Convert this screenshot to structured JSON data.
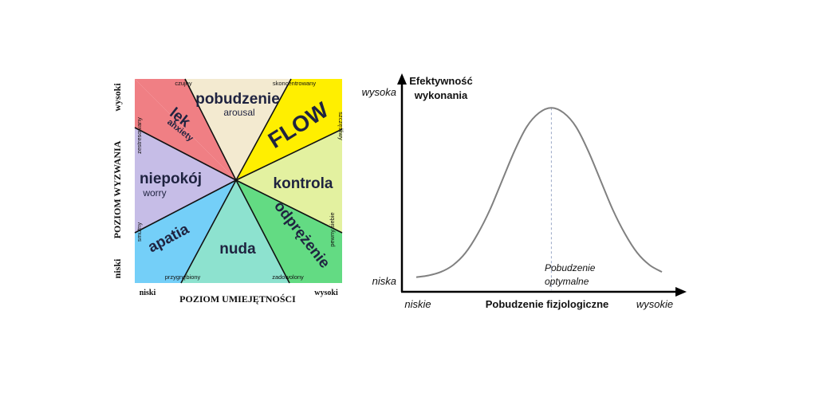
{
  "flow_model": {
    "y_axis_label": "POZIOM WYZWANIA",
    "y_high": "wysoki",
    "y_low": "niski",
    "x_axis_label": "POZIOM UMIEJĘTNOŚCI",
    "x_low": "niski",
    "x_high": "wysoki",
    "colors": {
      "anxiety": "#f07f84",
      "arousal": "#f3ead0",
      "flow": "#ffef00",
      "control": "#e3f1a0",
      "relaxation": "#63db83",
      "boredom": "#8de2cf",
      "apathy": "#74cff8",
      "worry": "#c6bde7"
    },
    "sectors": {
      "anxiety": {
        "title": "lęk",
        "subtitle": "anxiety"
      },
      "arousal": {
        "title": "pobudzenie",
        "subtitle": "arousal"
      },
      "flow": {
        "title": "FLOW"
      },
      "control": {
        "title": "kontrola"
      },
      "relaxation": {
        "title": "odprężenie"
      },
      "boredom": {
        "title": "nuda"
      },
      "apathy": {
        "title": "apatia"
      },
      "worry": {
        "title": "niepokój",
        "subtitle": "worry"
      }
    },
    "edge_labels": {
      "top_left": "czujny",
      "top_right": "skoncentrowany",
      "right_top": "szczęśliwy",
      "right_bottom": "pewny siebie",
      "bottom_right": "zadowolony",
      "bottom_left": "przygnębiony",
      "left_bottom": "smutny",
      "left_top": "zestresowany"
    }
  },
  "curve_chart": {
    "chart_data": {
      "type": "line",
      "ylabel": "Efektywność wykonania",
      "ylabel_line1": "Efektywność",
      "ylabel_line2": "wykonania",
      "y_high": "wysoka",
      "y_low": "niska",
      "xlabel": "Pobudzenie fizjologiczne",
      "x_low": "niskie",
      "x_high": "wysokie",
      "annotation_line1": "Pobudzenie",
      "annotation_line2": "optymalne",
      "curve_color": "#808080",
      "peak_marker_color": "#9aa7c7",
      "x": [
        0,
        0.05,
        0.1,
        0.15,
        0.2,
        0.25,
        0.3,
        0.35,
        0.4,
        0.45,
        0.5,
        0.55,
        0.6,
        0.65,
        0.7,
        0.75,
        0.8,
        0.85,
        0.9,
        0.95,
        1.0
      ],
      "y": [
        0.02,
        0.03,
        0.05,
        0.09,
        0.16,
        0.27,
        0.41,
        0.58,
        0.75,
        0.89,
        0.97,
        0.999,
        0.97,
        0.89,
        0.75,
        0.58,
        0.41,
        0.27,
        0.16,
        0.09,
        0.05
      ],
      "optimum_x": 0.55
    }
  }
}
